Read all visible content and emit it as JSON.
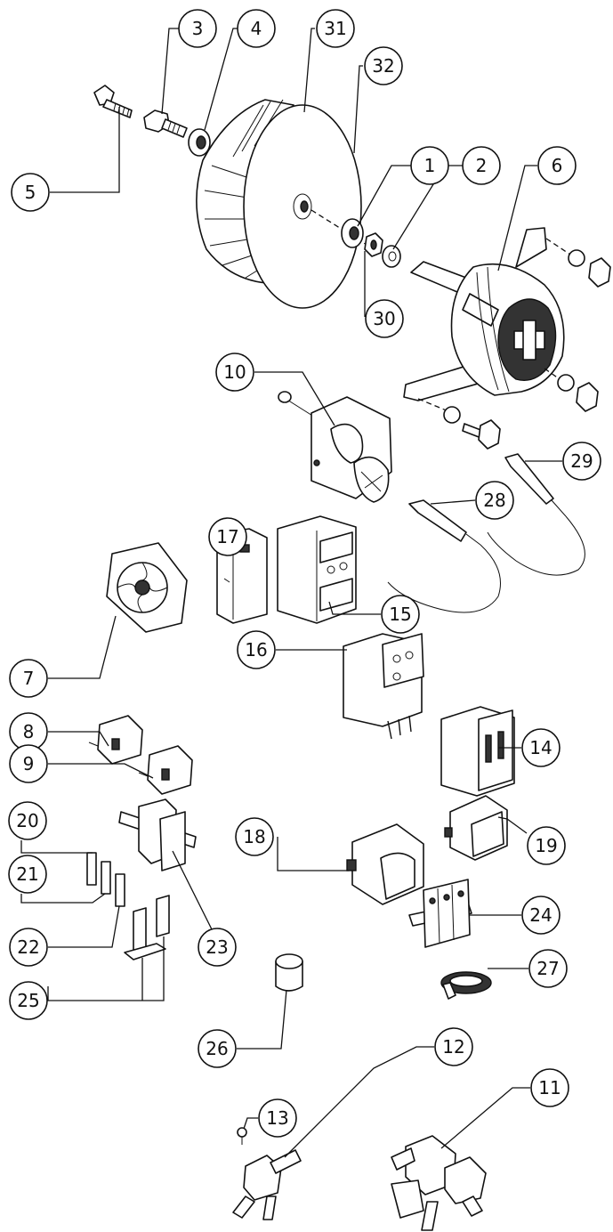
{
  "callouts": [
    {
      "id": "c3",
      "label": "3"
    },
    {
      "id": "c4",
      "label": "4"
    },
    {
      "id": "c31",
      "label": "31"
    },
    {
      "id": "c32",
      "label": "32"
    },
    {
      "id": "c5",
      "label": "5"
    },
    {
      "id": "c1",
      "label": "1"
    },
    {
      "id": "c2",
      "label": "2"
    },
    {
      "id": "c6",
      "label": "6"
    },
    {
      "id": "c30",
      "label": "30"
    },
    {
      "id": "c10",
      "label": "10"
    },
    {
      "id": "c29",
      "label": "29"
    },
    {
      "id": "c28",
      "label": "28"
    },
    {
      "id": "c17",
      "label": "17"
    },
    {
      "id": "c7",
      "label": "7"
    },
    {
      "id": "c15",
      "label": "15"
    },
    {
      "id": "c16",
      "label": "16"
    },
    {
      "id": "c8",
      "label": "8"
    },
    {
      "id": "c9",
      "label": "9"
    },
    {
      "id": "c14",
      "label": "14"
    },
    {
      "id": "c20",
      "label": "20"
    },
    {
      "id": "c21",
      "label": "21"
    },
    {
      "id": "c18",
      "label": "18"
    },
    {
      "id": "c19",
      "label": "19"
    },
    {
      "id": "c22",
      "label": "22"
    },
    {
      "id": "c23",
      "label": "23"
    },
    {
      "id": "c24",
      "label": "24"
    },
    {
      "id": "c25",
      "label": "25"
    },
    {
      "id": "c27",
      "label": "27"
    },
    {
      "id": "c26",
      "label": "26"
    },
    {
      "id": "c12",
      "label": "12"
    },
    {
      "id": "c11",
      "label": "11"
    },
    {
      "id": "c13",
      "label": "13"
    }
  ]
}
